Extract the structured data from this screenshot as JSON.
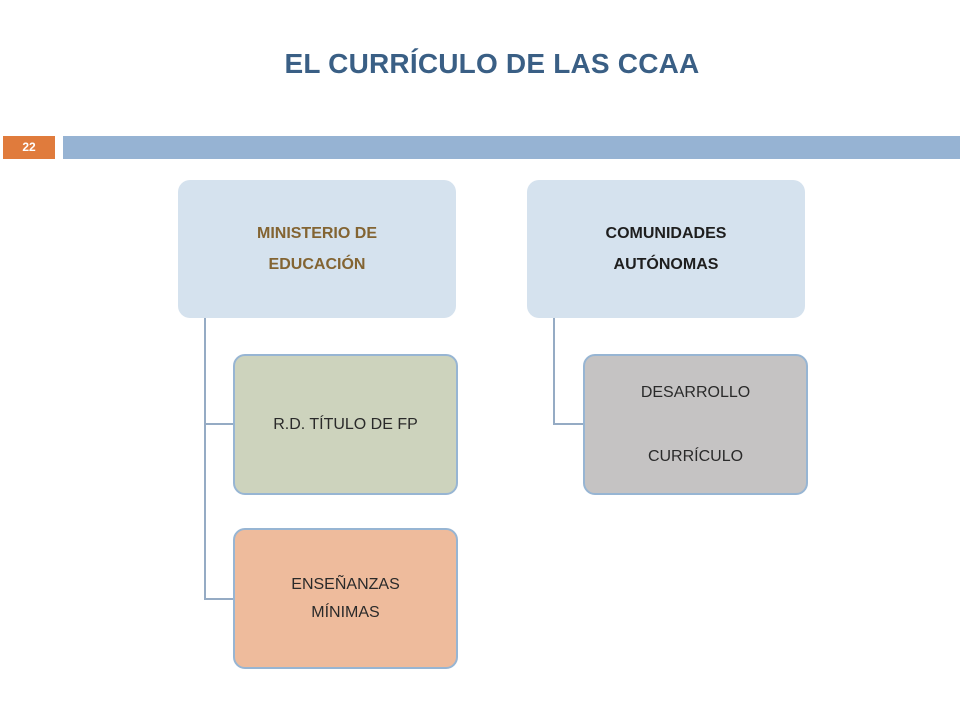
{
  "slide": {
    "title": "EL CURRÍCULO DE LAS CCAA",
    "page_number": "22"
  },
  "diagram": {
    "ministerio": {
      "label": "MINISTERIO DE\nEDUCACIÓN",
      "children": {
        "rd_titulo": "R.D. TÍTULO DE FP",
        "ensenanzas": "ENSEÑANZAS\nMÍNIMAS"
      }
    },
    "comunidades": {
      "label": "COMUNIDADES\nAUTÓNOMAS",
      "children": {
        "desarrollo": "DESARROLLO\n\nCURRÍCULO"
      }
    }
  },
  "colors": {
    "title": "#3a5f85",
    "page_badge": "#e07b3c",
    "header_bar": "#96b3d3",
    "parent_box": "#d5e2ee",
    "ministerio_text": "#836432",
    "rd_box": "#cdd3bd",
    "ensenanzas_box": "#eebb9c",
    "desarrollo_box": "#c5c3c3",
    "connector": "#95abc4"
  }
}
